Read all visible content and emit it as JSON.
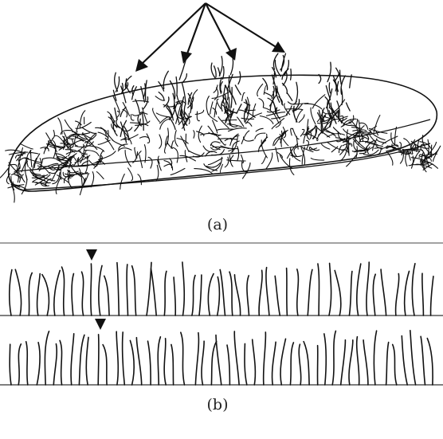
{
  "figure": {
    "panel_a": {
      "caption": "(a)",
      "arrow_count": 4
    },
    "panel_b": {
      "caption": "(b)",
      "row_count": 2,
      "marker_count_per_row": 1
    }
  },
  "colors": {
    "ink": "#111111",
    "baseline": "#333333",
    "background": "#ffffff"
  }
}
